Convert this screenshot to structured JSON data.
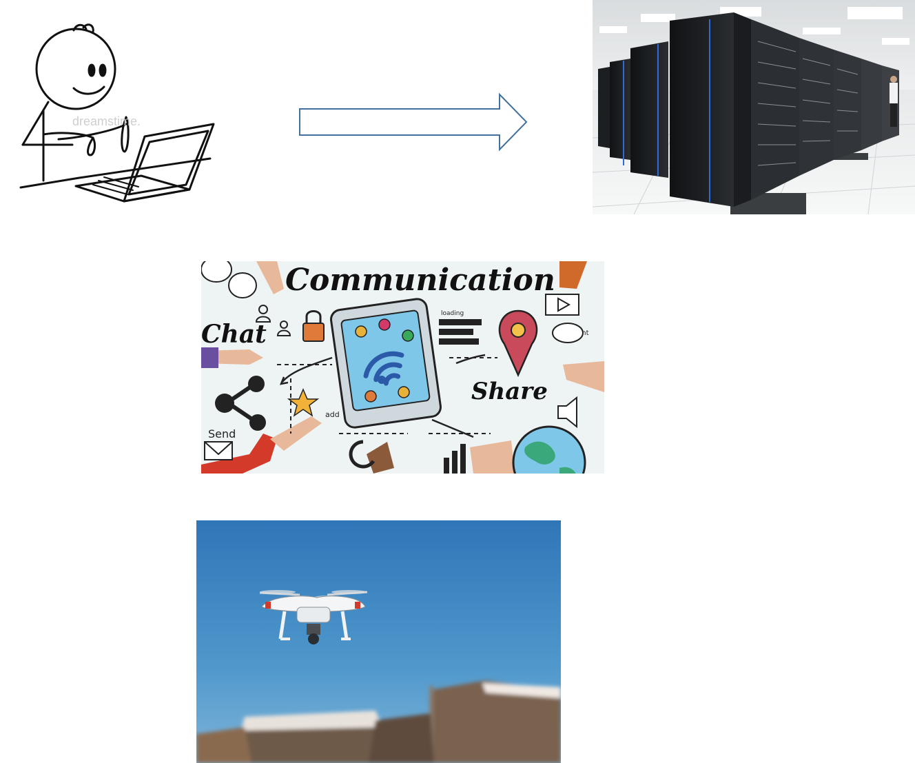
{
  "figure": {
    "icon": "person-at-laptop-icon",
    "watermark": "dreamstime."
  },
  "arrow": {
    "icon": "right-arrow-icon",
    "stroke": "#41719c"
  },
  "servers": {
    "icon": "server-room-photo"
  },
  "communication": {
    "icon": "communication-illustration",
    "title": "Communication",
    "chat": "Chat",
    "share": "Share",
    "send": "Send",
    "add": "add",
    "comment": "comment",
    "loading": "loading"
  },
  "drone": {
    "icon": "drone-photo"
  }
}
